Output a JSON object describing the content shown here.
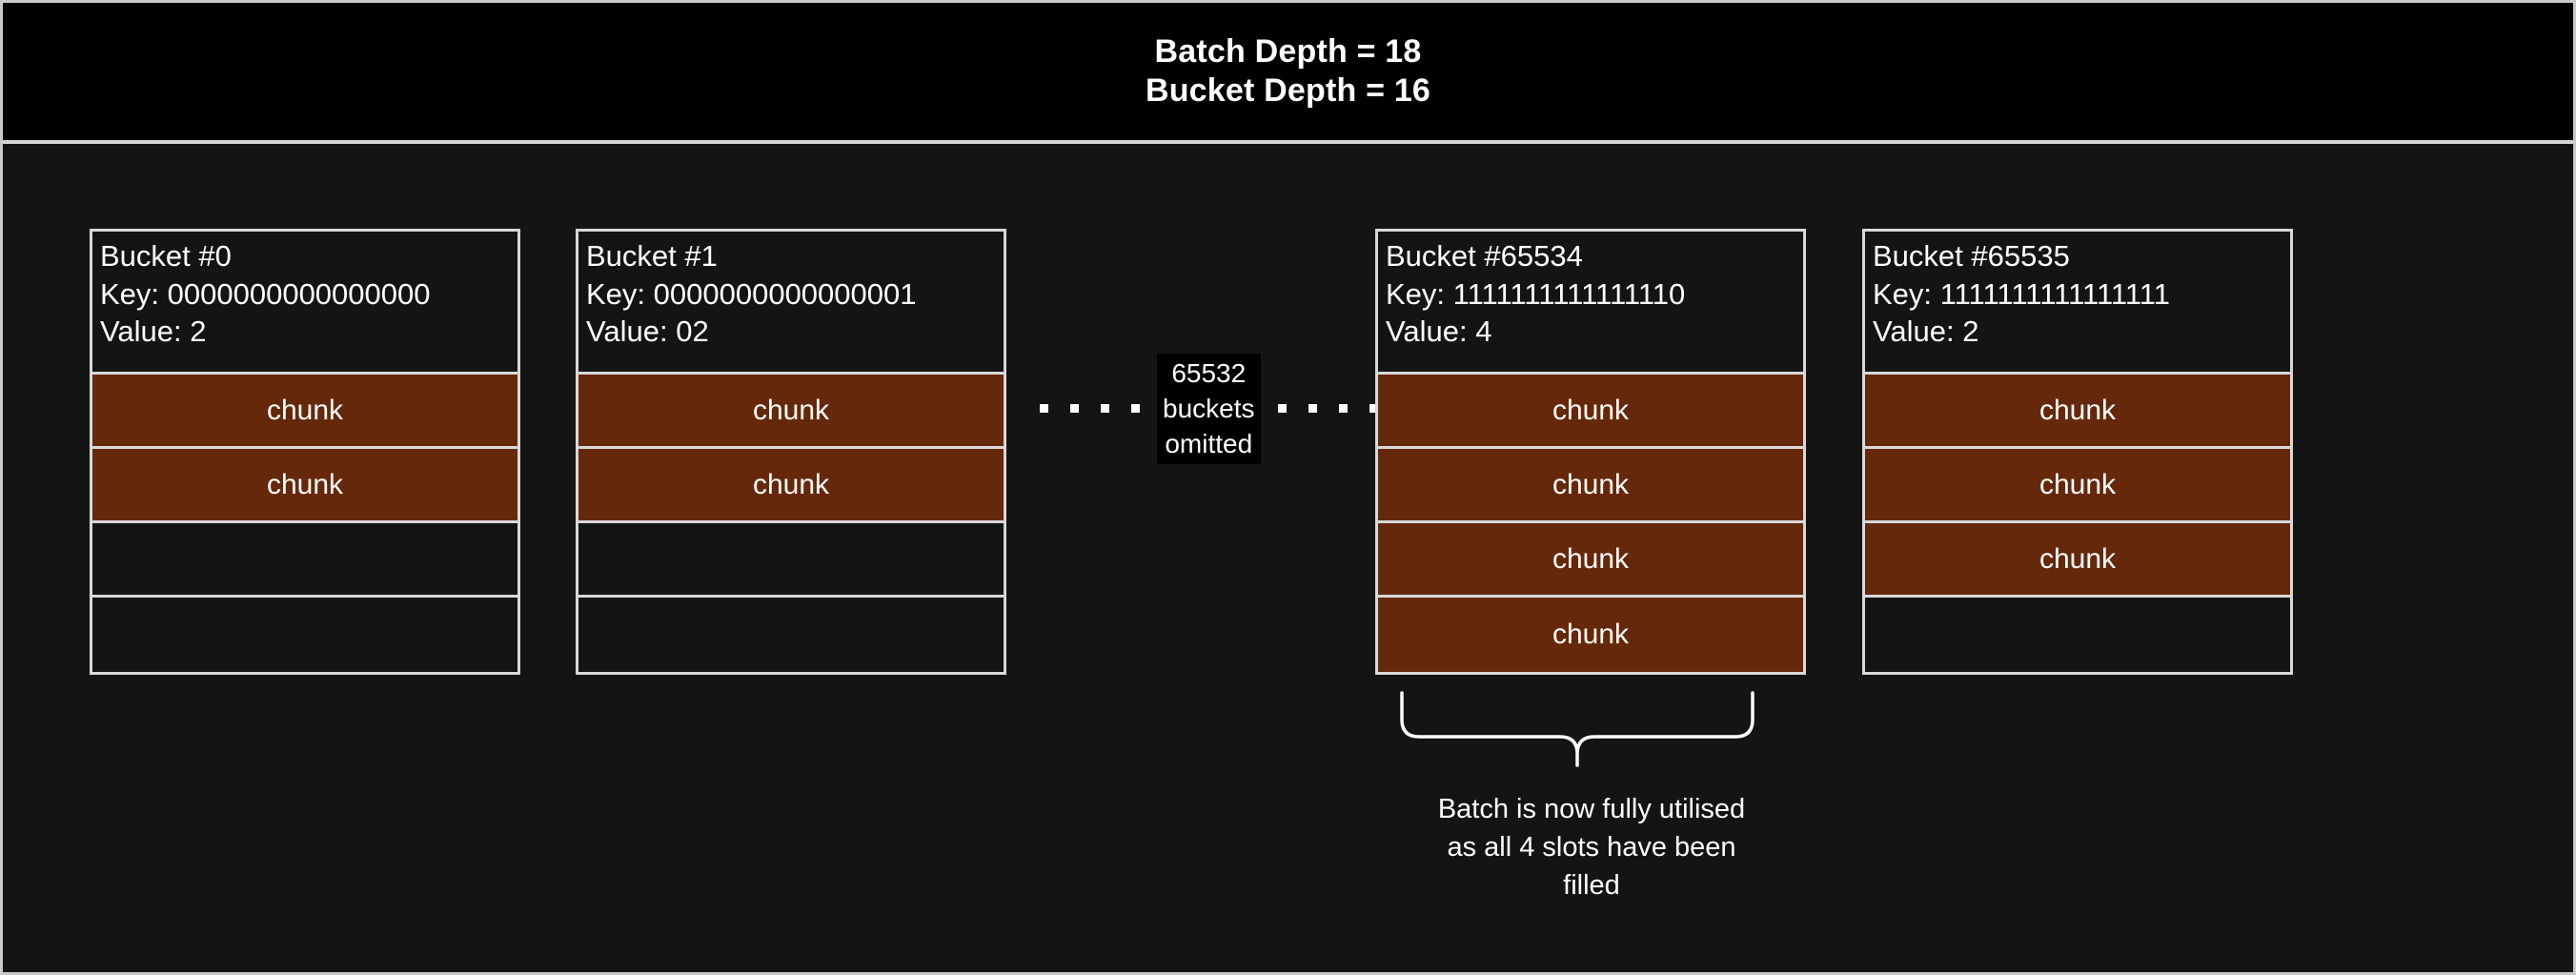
{
  "header": {
    "line1": "Batch Depth = 18",
    "line2": "Bucket Depth = 16"
  },
  "buckets": [
    {
      "title": "Bucket #0",
      "key": "Key: 0000000000000000",
      "value": "Value: 2",
      "slots": [
        {
          "label": "chunk",
          "filled": true
        },
        {
          "label": "chunk",
          "filled": true
        },
        {
          "label": "",
          "filled": false
        },
        {
          "label": "",
          "filled": false
        }
      ]
    },
    {
      "title": "Bucket #1",
      "key": "Key: 0000000000000001",
      "value": "Value: 02",
      "slots": [
        {
          "label": "chunk",
          "filled": true
        },
        {
          "label": "chunk",
          "filled": true
        },
        {
          "label": "",
          "filled": false
        },
        {
          "label": "",
          "filled": false
        }
      ]
    },
    {
      "title": "Bucket #65534",
      "key": "Key: 1111111111111110",
      "value": "Value: 4",
      "slots": [
        {
          "label": "chunk",
          "filled": true
        },
        {
          "label": "chunk",
          "filled": true
        },
        {
          "label": "chunk",
          "filled": true
        },
        {
          "label": "chunk",
          "filled": true
        }
      ]
    },
    {
      "title": "Bucket #65535",
      "key": "Key: 1111111111111111",
      "value": "Value: 2",
      "slots": [
        {
          "label": "chunk",
          "filled": true
        },
        {
          "label": "chunk",
          "filled": true
        },
        {
          "label": "chunk",
          "filled": true
        },
        {
          "label": "",
          "filled": false
        }
      ]
    }
  ],
  "omitted": {
    "count": "65532",
    "line2": "buckets",
    "line3": "omitted"
  },
  "annotation": {
    "line1": "Batch is now fully utilised",
    "line2": "as all 4 slots have been",
    "line3": "filled"
  },
  "colors": {
    "background": "#141414",
    "header_background": "#000000",
    "border": "#d8d8d8",
    "chunk_fill": "#66280a",
    "text": "#ffffff"
  }
}
